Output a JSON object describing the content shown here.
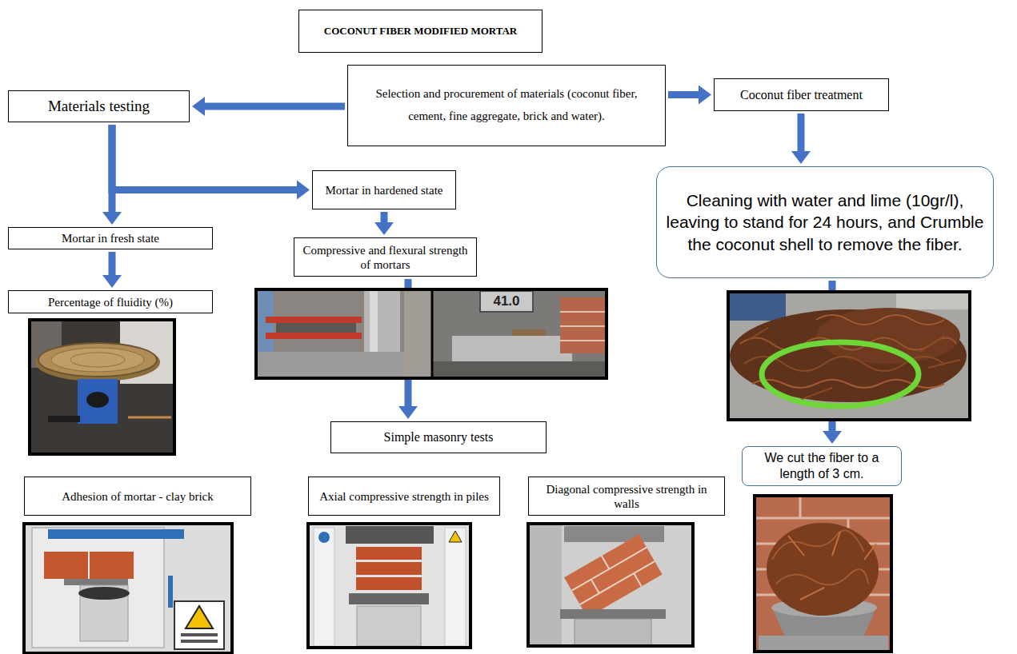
{
  "diagram": {
    "nodes": [
      {
        "text": [
          "COCONUT FIBER MODIFIED MORTAR"
        ]
      },
      {
        "text": [
          "Selection and procurement of materials (coconut fiber, cement, fine aggregate, brick and water)."
        ]
      },
      {
        "text": [
          "Materials testing"
        ]
      },
      {
        "text": [
          "Coconut fiber treatment"
        ]
      },
      {
        "text": [
          "Cleaning with water and lime (10gr/l), leaving to stand for 24 hours, and Crumble the coconut shell to remove the fiber."
        ]
      },
      {
        "text": [
          "Mortar in hardened state"
        ]
      },
      {
        "text": [
          "Mortar in fresh state"
        ]
      },
      {
        "text": [
          "Compressive and flexural strength of mortars"
        ]
      },
      {
        "text": [
          "Percentage of fluidity (%)"
        ]
      },
      {
        "text": [
          "Simple masonry tests"
        ]
      },
      {
        "text": [
          "We cut the fiber to a length of 3 cm."
        ]
      },
      {
        "text": [
          "Adhesion of mortar - clay brick"
        ]
      },
      {
        "text": [
          "Axial compressive strength in piles"
        ]
      },
      {
        "text": [
          "Diagonal compressive strength in walls"
        ]
      }
    ],
    "edges": [
      {
        "from": 1,
        "to": 2,
        "arrow": "to"
      },
      {
        "from": 1,
        "to": 3,
        "arrow": "to"
      },
      {
        "from": 2,
        "to": 6,
        "arrow": "to"
      },
      {
        "from": 2,
        "to": 5,
        "arrow": "to"
      },
      {
        "from": 6,
        "to": 8,
        "arrow": "to"
      },
      {
        "from": 5,
        "to": 7,
        "arrow": "to"
      },
      {
        "from": 7,
        "to": 9,
        "arrow": "to"
      },
      {
        "from": 3,
        "to": 4,
        "arrow": "to"
      },
      {
        "from": 4,
        "to": 10,
        "arrow": "to"
      }
    ],
    "labels": [
      "41.0"
    ]
  }
}
